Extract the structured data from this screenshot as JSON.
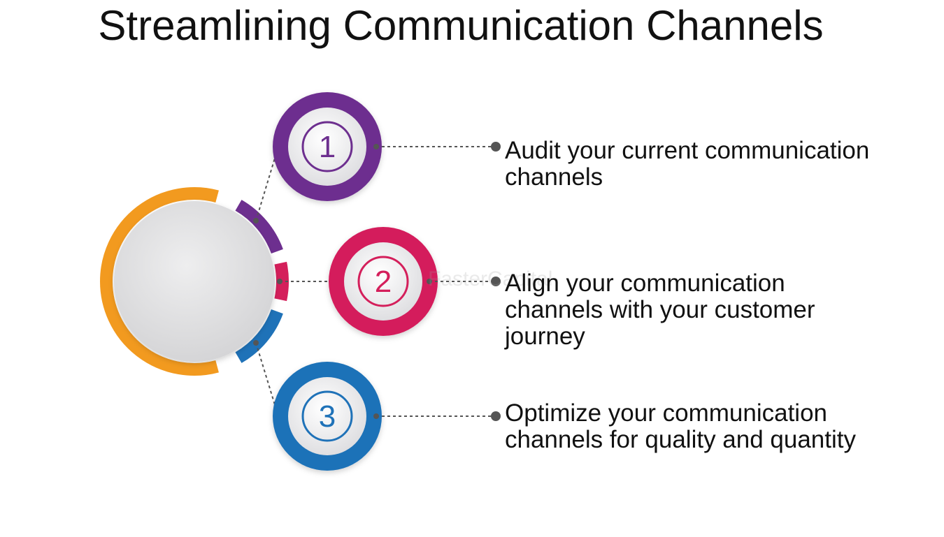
{
  "title": "Streamlining Communication Channels",
  "colors": {
    "hub_ring": "#f29a1f",
    "step1": "#6d2f8f",
    "step2": "#d41f5b",
    "step3": "#1f72b8",
    "connector": "#555555"
  },
  "steps": [
    {
      "number": "1",
      "text": "Audit your current communication channels"
    },
    {
      "number": "2",
      "text": "Align your communication channels with your customer journey"
    },
    {
      "number": "3",
      "text": "Optimize your communication channels for quality and quantity"
    }
  ],
  "watermark": "FasterCapital"
}
